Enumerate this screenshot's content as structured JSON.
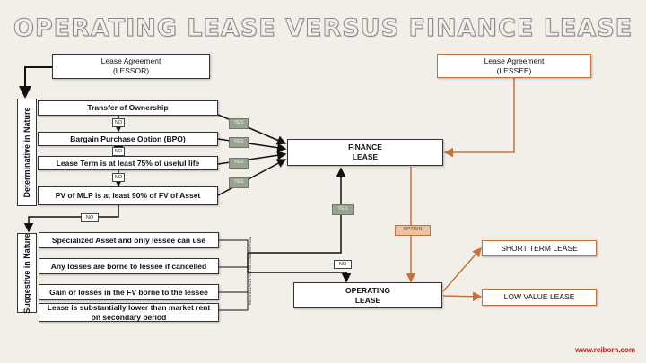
{
  "title": "OPERATING LEASE VERSUS FINANCE LEASE",
  "lessor": {
    "line1": "Lease Agreement",
    "line2": "(LESSOR)"
  },
  "lessee": {
    "line1": "Lease Agreement",
    "line2": "(LESSEE)"
  },
  "determinative": {
    "label": "Determinative in Nature",
    "items": [
      "Transfer of Ownership",
      "Bargain Purchase Option (BPO)",
      "Lease Term is at least 75% of useful life",
      "PV of MLP is at least 90% of FV of Asset"
    ]
  },
  "suggestive": {
    "label": "Suggestive in Nature",
    "items": [
      "Specialized Asset and only lessee can use",
      "Any losses are borne to lessee if cancelled",
      "Gain or losses in the FV borne to the lessee",
      "Lease is substantially lower than market rent on secondary period"
    ],
    "combination_note": "INDIVIDUALLY OR IN COMBINATION"
  },
  "finance": {
    "line1": "FINANCE",
    "line2": "LEASE"
  },
  "operating": {
    "line1": "OPERATING",
    "line2": "LEASE"
  },
  "short_term": "SHORT TERM LEASE",
  "low_value": "LOW VALUE LEASE",
  "tags": {
    "no": "NO",
    "yes": "YES",
    "option": "OPTION"
  },
  "colors": {
    "orange": "#c8703a",
    "yes_tag": "#9aa391",
    "footer": "#c0201a"
  },
  "footer": "www.reiborn.com"
}
